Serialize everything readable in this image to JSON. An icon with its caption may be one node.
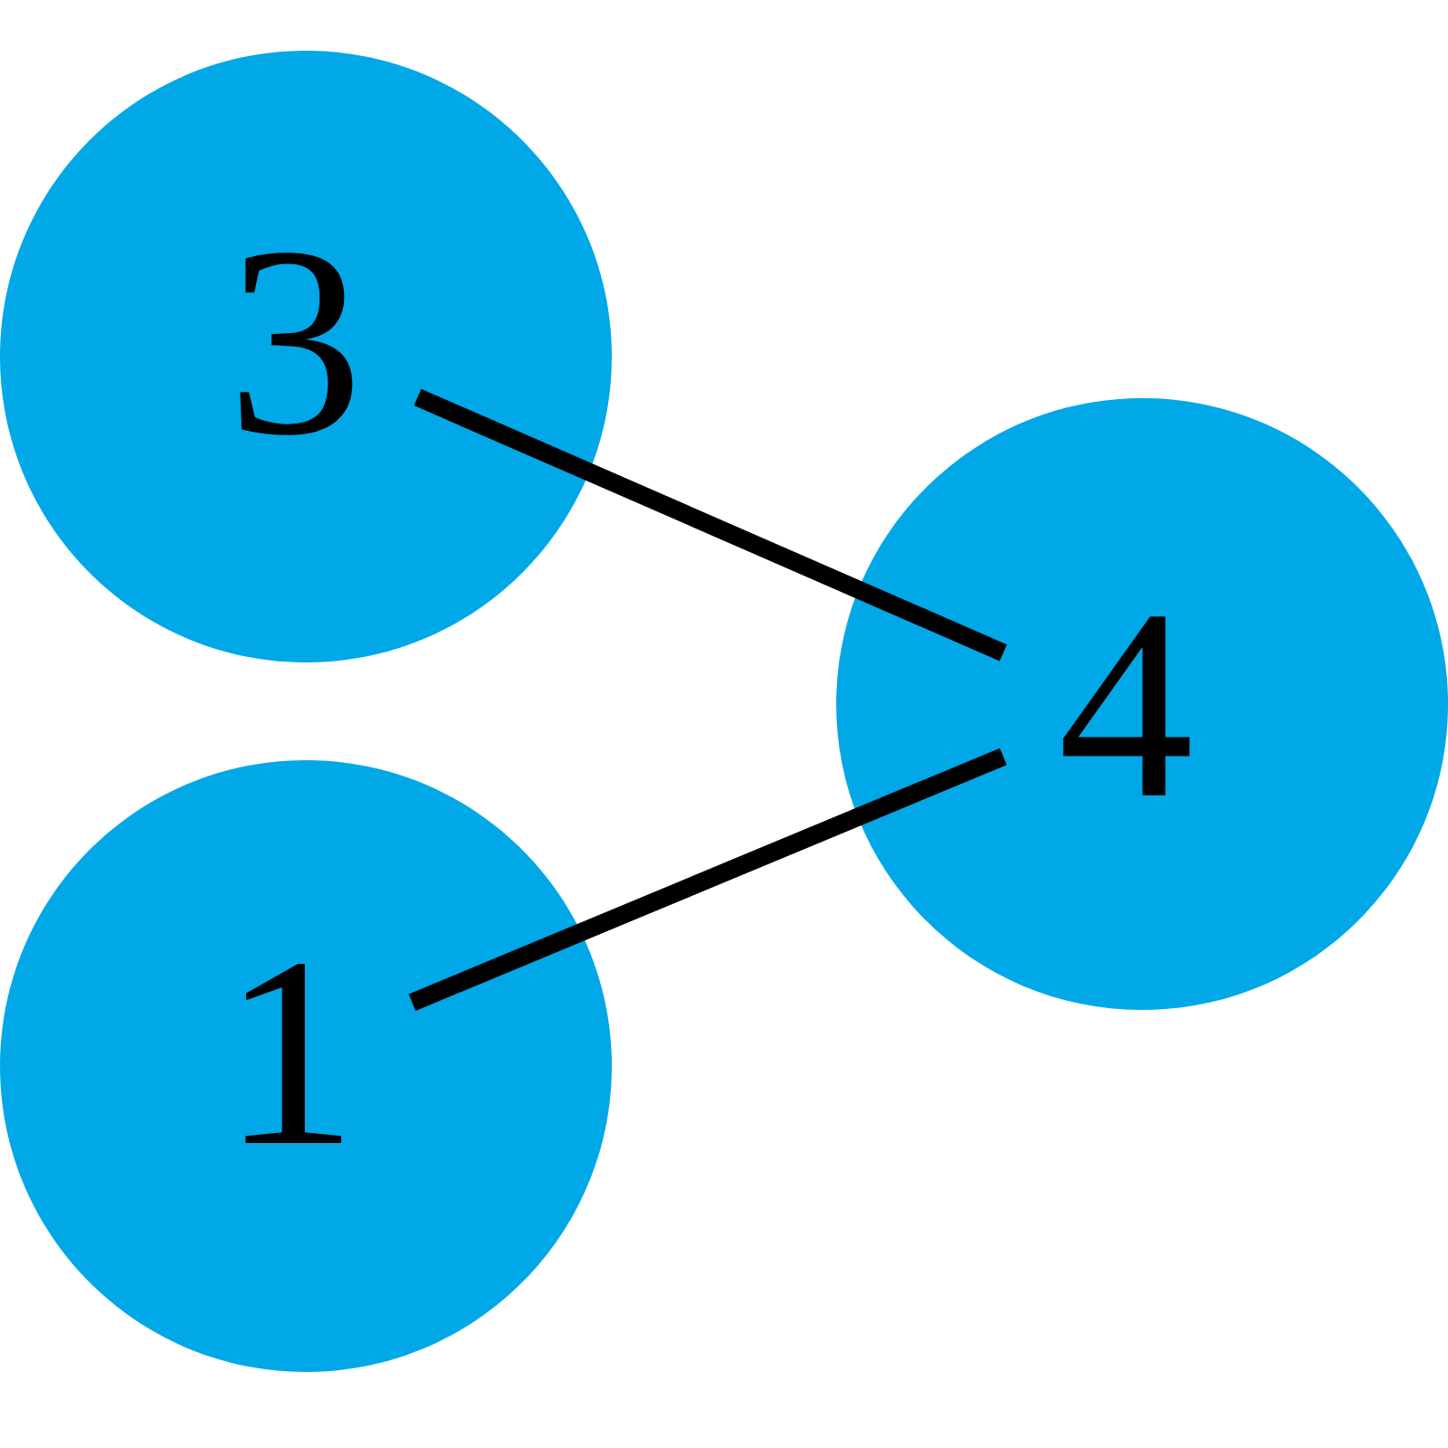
{
  "diagram": {
    "nodes": [
      {
        "text": [
          "3"
        ]
      },
      {
        "text": [
          "4"
        ]
      },
      {
        "text": [
          "1"
        ]
      }
    ],
    "edges": [
      {
        "from": 0,
        "to": 1,
        "arrow": "none"
      },
      {
        "from": 2,
        "to": 1,
        "arrow": "none"
      }
    ]
  }
}
